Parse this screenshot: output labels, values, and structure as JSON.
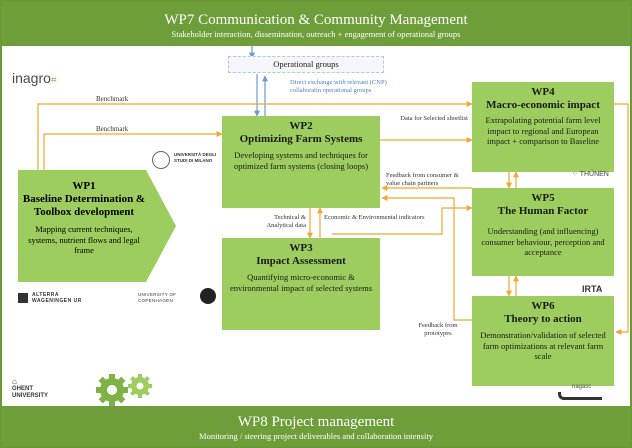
{
  "wp7": {
    "title": "WP7 Communication & Community Management",
    "subtitle": "Stakeholder interaction, dissemination, outreach  + engagement of operational groups"
  },
  "operational_groups": "Operational groups",
  "direct_exchange": "Direct exchange with relevant (CNP) collaboratin operational groups",
  "benchmark_1": "Benchmark",
  "benchmark_2": "Benchmark",
  "wp1": {
    "title": "WP1",
    "subtitle": "Baseline Determination & Toolbox development",
    "desc": "Mapping current techniques, systems, nutrient flows and legal frame"
  },
  "wp2": {
    "title": "WP2",
    "subtitle": "Optimizing Farm Systems",
    "desc": "Developing systems and techniques for optimized farm systems (closing loops)"
  },
  "wp3": {
    "title": "WP3",
    "subtitle": "Impact Assessment",
    "desc": "Quantifying micro-economic & environmental impact of selected systems"
  },
  "wp4": {
    "title": "WP4",
    "subtitle": "Macro-economic impact",
    "desc": "Extrapolating potential farm level impact to regional and European impact  + comparison to Baseline"
  },
  "wp5": {
    "title": "WP5",
    "subtitle": "The Human Factor",
    "desc": "Understanding (and influencing) consumer behaviour, perception and acceptance"
  },
  "wp6": {
    "title": "WP6",
    "subtitle": "Theory to action",
    "desc": "Demonstration/validation of selected farm optimizations at relevant farm scale"
  },
  "labels": {
    "data_shortlist": "Data for Selected shortlist",
    "feedback_consumer": "Feedback from consumer & value chain partners",
    "technical_data": "Technical & Analytical data",
    "econ_env": "Economic & Environmental indicators",
    "feedback_prototypes": "Feedback from prototypes"
  },
  "logos": {
    "inagro": "inagro",
    "milano": "UNIVERSITÀ DEGLI STUDI DI MILANO",
    "thunen": "THÜNEN",
    "alterra": "ALTERRA WAGENINGEN UR",
    "copenhagen": "UNIVERSITY OF COPENHAGEN",
    "irta": "IRTA",
    "ghent": "GHENT UNIVERSITY",
    "nagasc": "nagasc"
  },
  "wp8": {
    "title": "WP8 Project management",
    "subtitle": "Monitoring  / steering project deliverables and collaboration intensity"
  },
  "colors": {
    "band": "#6e9e39",
    "box": "#9ccd5e",
    "arrow_orange": "#f0a830",
    "arrow_blue": "#6a9bd1"
  }
}
